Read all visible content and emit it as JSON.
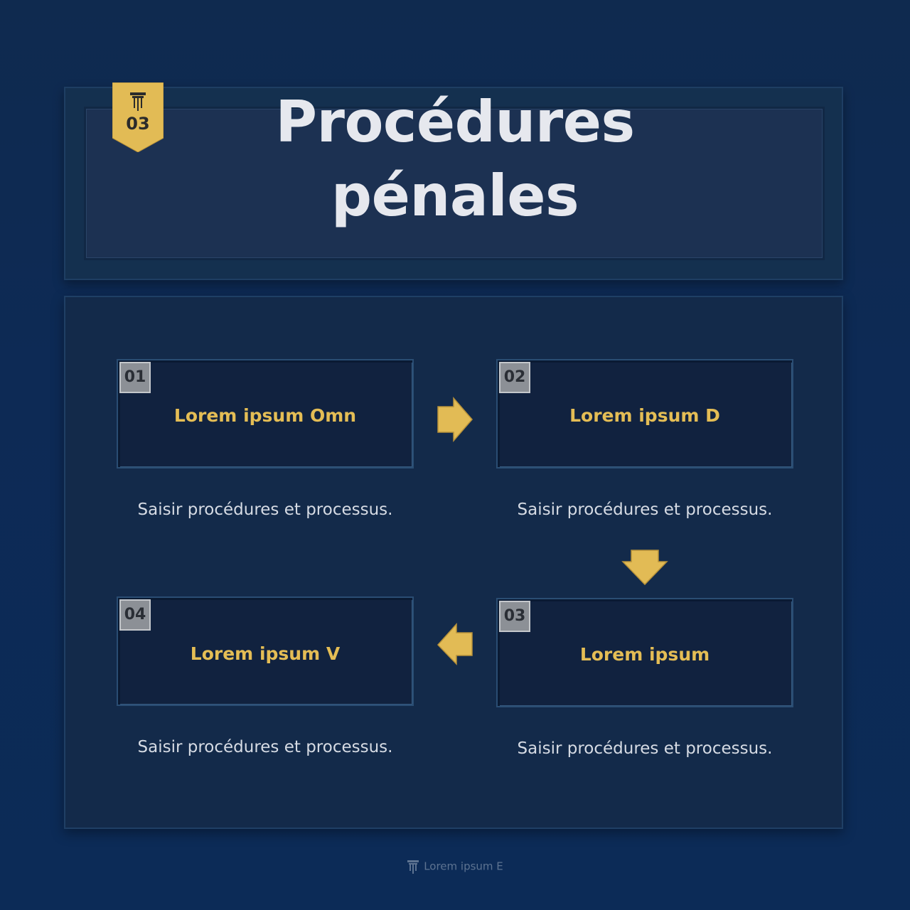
{
  "header": {
    "title_line1": "Procédures",
    "title_line2": "pénales",
    "badge_number": "03"
  },
  "steps": [
    {
      "number": "01",
      "label": "Lorem ipsum Omn",
      "description": "Saisir procédures et processus."
    },
    {
      "number": "02",
      "label": "Lorem ipsum D",
      "description": "Saisir procédures et processus."
    },
    {
      "number": "03",
      "label": "Lorem ipsum",
      "description": "Saisir procédures et processus."
    },
    {
      "number": "04",
      "label": "Lorem ipsum V",
      "description": "Saisir procédures et processus."
    }
  ],
  "footer": {
    "text": "Lorem ipsum E",
    "icon": "pillar-icon"
  },
  "colors": {
    "accent": "#e4bd55",
    "background": "#0d2a55",
    "panel": "#132a4a",
    "step_box": "#11223f"
  }
}
